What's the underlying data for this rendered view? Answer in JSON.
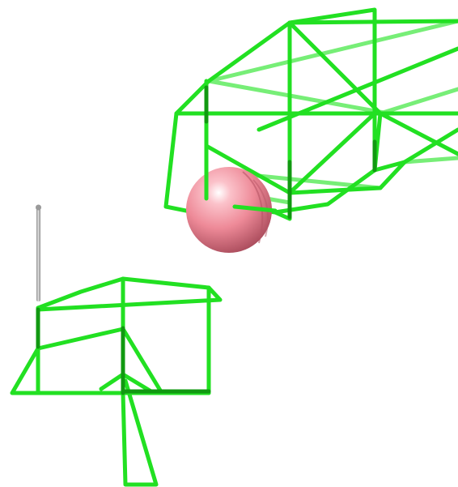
{
  "scene": {
    "background_color": "#ffffff",
    "mesh_color_light": "#33ff33",
    "mesh_color_mid": "#22dd22",
    "mesh_color_dark": "#11aa11",
    "mesh_color_faint": "#77ee77",
    "sphere_color": "#f08a98",
    "sphere_highlight": "#ffffff",
    "sphere_shadow": "#b04a5a",
    "stick_color": "#b5b5b5",
    "objects": [
      "upper-right-green-mesh",
      "pink-sphere",
      "lower-left-green-mesh",
      "gray-stick"
    ]
  }
}
